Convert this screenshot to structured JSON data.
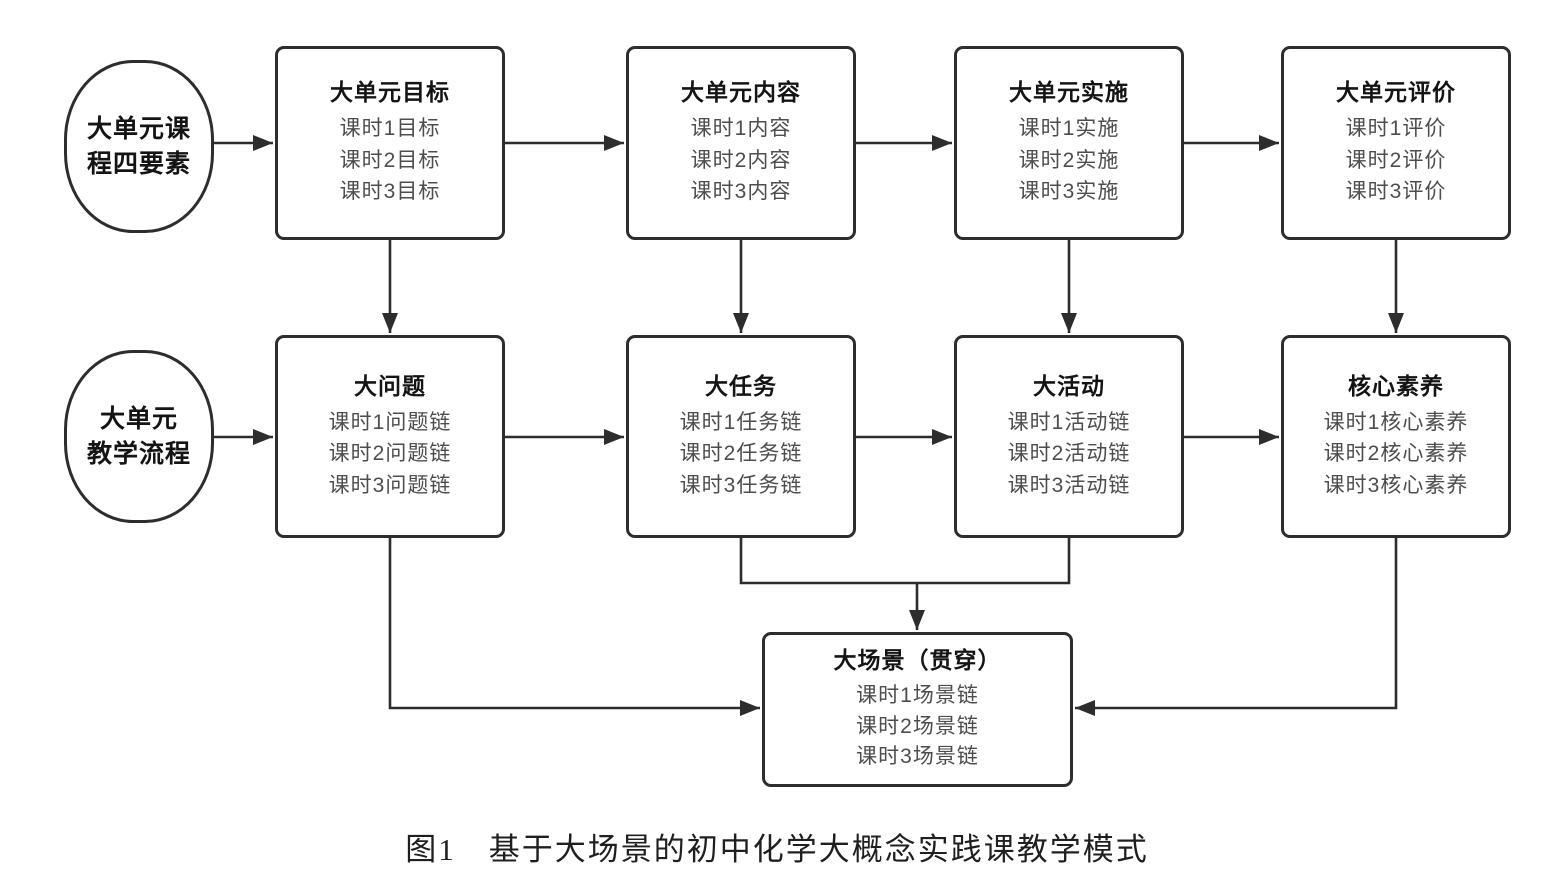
{
  "caption": "图1　基于大场景的初中化学大概念实践课教学模式",
  "colors": {
    "line": "#2d2d2d",
    "title_text": "#141414",
    "body_text": "#4d4d4d",
    "background": "#ffffff"
  },
  "ellipses": [
    {
      "lines": [
        "大单元课",
        "程四要素"
      ]
    },
    {
      "lines": [
        "大单元",
        "教学流程"
      ]
    }
  ],
  "top_row": [
    {
      "title": "大单元目标",
      "items": [
        "课时1目标",
        "课时2目标",
        "课时3目标"
      ]
    },
    {
      "title": "大单元内容",
      "items": [
        "课时1内容",
        "课时2内容",
        "课时3内容"
      ]
    },
    {
      "title": "大单元实施",
      "items": [
        "课时1实施",
        "课时2实施",
        "课时3实施"
      ]
    },
    {
      "title": "大单元评价",
      "items": [
        "课时1评价",
        "课时2评价",
        "课时3评价"
      ]
    }
  ],
  "middle_row": [
    {
      "title": "大问题",
      "items": [
        "课时1问题链",
        "课时2问题链",
        "课时3问题链"
      ]
    },
    {
      "title": "大任务",
      "items": [
        "课时1任务链",
        "课时2任务链",
        "课时3任务链"
      ]
    },
    {
      "title": "大活动",
      "items": [
        "课时1活动链",
        "课时2活动链",
        "课时3活动链"
      ]
    },
    {
      "title": "核心素养",
      "items": [
        "课时1核心素养",
        "课时2核心素养",
        "课时3核心素养"
      ]
    }
  ],
  "bottom_box": {
    "title": "大场景（贯穿）",
    "items": [
      "课时1场景链",
      "课时2场景链",
      "课时3场景链"
    ]
  }
}
